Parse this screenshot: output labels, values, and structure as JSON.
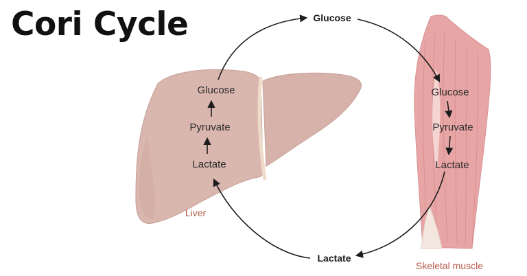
{
  "title": "Cori Cycle",
  "colors": {
    "liver_fill": "#d9b6ae",
    "liver_shade": "#c99f96",
    "muscle_fill": "#e7a6a5",
    "muscle_stripe": "#d38486",
    "tendon": "#f6e7d9",
    "arrow": "#1c1c1c",
    "organ_label": "#b35a4b"
  },
  "liver": {
    "label": "Liver",
    "steps": [
      "Glucose",
      "Pyruvate",
      "Lactate"
    ]
  },
  "muscle": {
    "label": "Skeletal muscle",
    "steps": [
      "Glucose",
      "Pyruvate",
      "Lactate"
    ]
  },
  "transport": {
    "top": "Glucose",
    "bottom": "Lactate"
  }
}
